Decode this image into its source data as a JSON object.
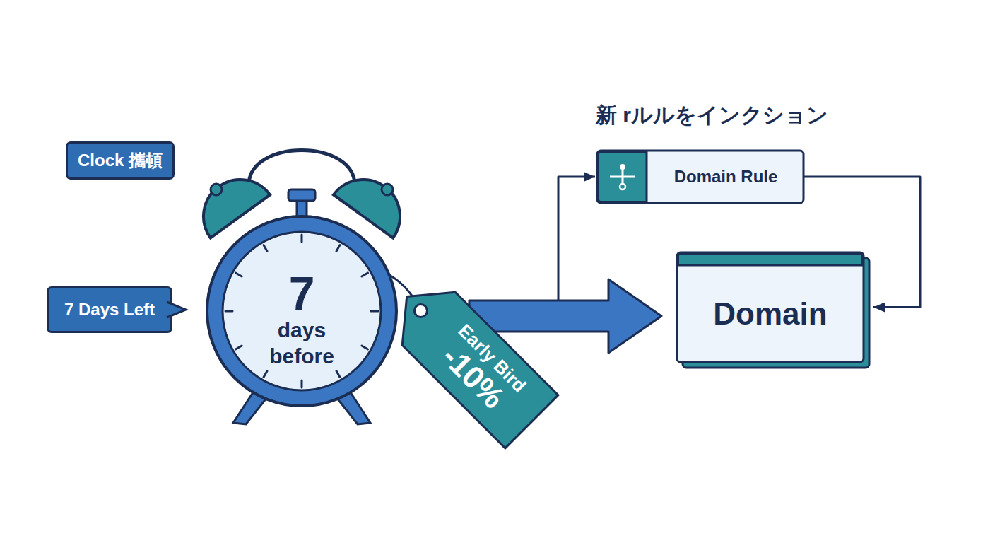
{
  "diagram": {
    "title": "新 rルルをインクション",
    "nodes": [
      {
        "text": [
          "Clock 攜頓"
        ]
      },
      {
        "text": [
          "7 Days Left"
        ]
      },
      {
        "text": [
          "7",
          "days before"
        ]
      },
      {
        "text": [
          "Early Bird",
          "-10%"
        ]
      },
      {
        "text": [
          "Domain Rule"
        ]
      },
      {
        "text": [
          "Domain"
        ]
      }
    ],
    "edges": [
      {
        "from": 3,
        "to": 5,
        "arrow": "to"
      },
      {
        "from": 3,
        "to": 4,
        "arrow": "to"
      },
      {
        "from": 4,
        "to": 5,
        "arrow": "to"
      }
    ]
  }
}
